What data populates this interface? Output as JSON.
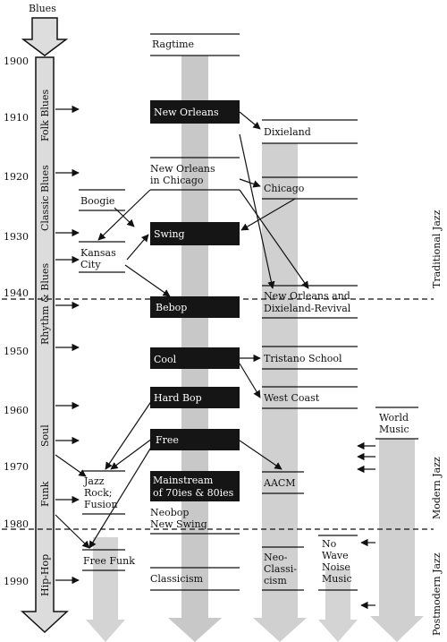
{
  "source_label": "Blues",
  "years": [
    "1900",
    "1910",
    "1920",
    "1930",
    "1940",
    "1950",
    "1960",
    "1970",
    "1980",
    "1990"
  ],
  "blues_eras": [
    "Folk Blues",
    "Classic Blues",
    "Rhythm & Blues",
    "Soul",
    "Funk",
    "Hip-Hop"
  ],
  "era_labels": [
    "Traditional Jazz",
    "Modern Jazz",
    "Postmodern Jazz"
  ],
  "styles": {
    "ragtime": "Ragtime",
    "new_orleans": "New Orleans",
    "new_orleans_chicago_1": "New Orleans",
    "new_orleans_chicago_2": "in Chicago",
    "boogie": "Boogie",
    "swing": "Swing",
    "kansas_city_1": "Kansas",
    "kansas_city_2": "City",
    "bebop": "Bebop",
    "cool": "Cool",
    "hard_bop": "Hard Bop",
    "free": "Free",
    "jazz_rock_1": "Jazz",
    "jazz_rock_2": "Rock;",
    "jazz_rock_3": "Fusion",
    "mainstream_1": "Mainstream",
    "mainstream_2": "of 70ies & 80ies",
    "neobop_1": "Neobop",
    "neobop_2": "New Swing",
    "free_funk": "Free Funk",
    "classicism": "Classicism",
    "dixieland": "Dixieland",
    "chicago": "Chicago",
    "revival_1": "New Orleans and",
    "revival_2": "Dixieland-Revival",
    "tristano": "Tristano School",
    "west_coast": "West Coast",
    "aacm": "AACM",
    "neo_classicism_1": "Neo-",
    "neo_classicism_2": "Classi-",
    "neo_classicism_3": "cism",
    "no_wave_1": "No",
    "no_wave_2": "Wave",
    "no_wave_3": "Noise",
    "no_wave_4": "Music",
    "world_music_1": "World",
    "world_music_2": "Music"
  }
}
